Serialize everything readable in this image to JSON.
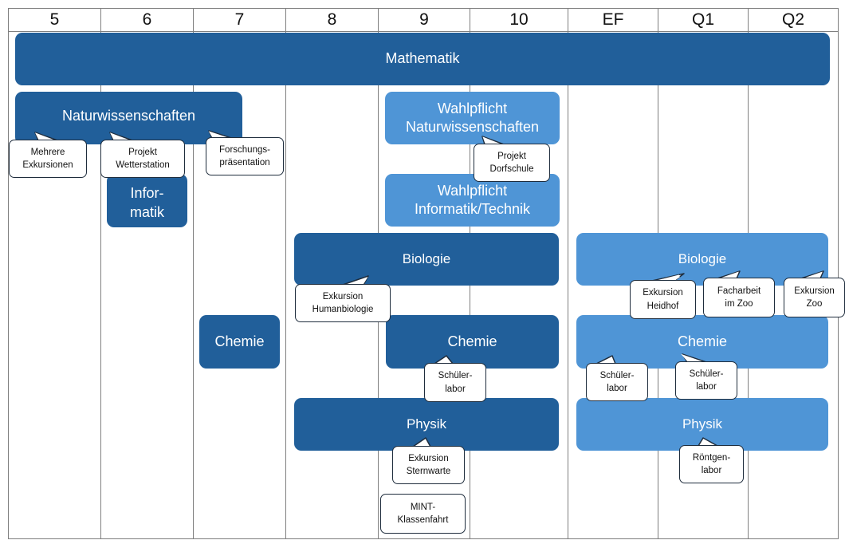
{
  "header": {
    "columns": [
      "5",
      "6",
      "7",
      "8",
      "9",
      "10",
      "EF",
      "Q1",
      "Q2"
    ]
  },
  "subjects": {
    "mathematik": "Mathematik",
    "naturwissenschaften": "Naturwissenschaften",
    "informatik": "Infor-\nmatik",
    "wp_nawi": "Wahlpflicht\nNaturwissenschaften",
    "wp_informatik": "Wahlpflicht\nInformatik/Technik",
    "biologie_si": "Biologie",
    "biologie_sii": "Biologie",
    "chemie_7": "Chemie",
    "chemie_si": "Chemie",
    "chemie_sii": "Chemie",
    "physik_si": "Physik",
    "physik_sii": "Physik"
  },
  "callouts": {
    "mehrere_exkursionen": "Mehrere\nExkursionen",
    "projekt_wetterstation": "Projekt\nWetterstation",
    "forschungspraesentation": "Forschungs-\npräsentation",
    "projekt_dorfschule": "Projekt\nDorfschule",
    "exkursion_humanbiologie": "Exkursion\nHumanbiologie",
    "exkursion_heidhof": "Exkursion\nHeidhof",
    "facharbeit_zoo": "Facharbeit\nim Zoo",
    "exkursion_zoo": "Exkursion\nZoo",
    "schuelerlabor_si": "Schüler-\nlabor",
    "schuelerlabor_ef": "Schüler-\nlabor",
    "schuelerlabor_q1": "Schüler-\nlabor",
    "exkursion_sternwarte": "Exkursion\nSternwarte",
    "roentgenlabor": "Röntgen-\nlabor",
    "mint_klassenfahrt": "MINT-\nKlassenfahrt"
  },
  "colors": {
    "dark_blue": "#215f9a",
    "light_blue": "#4f95d6",
    "grid": "#7f7f7f",
    "callout_border": "#1f2d3d"
  }
}
